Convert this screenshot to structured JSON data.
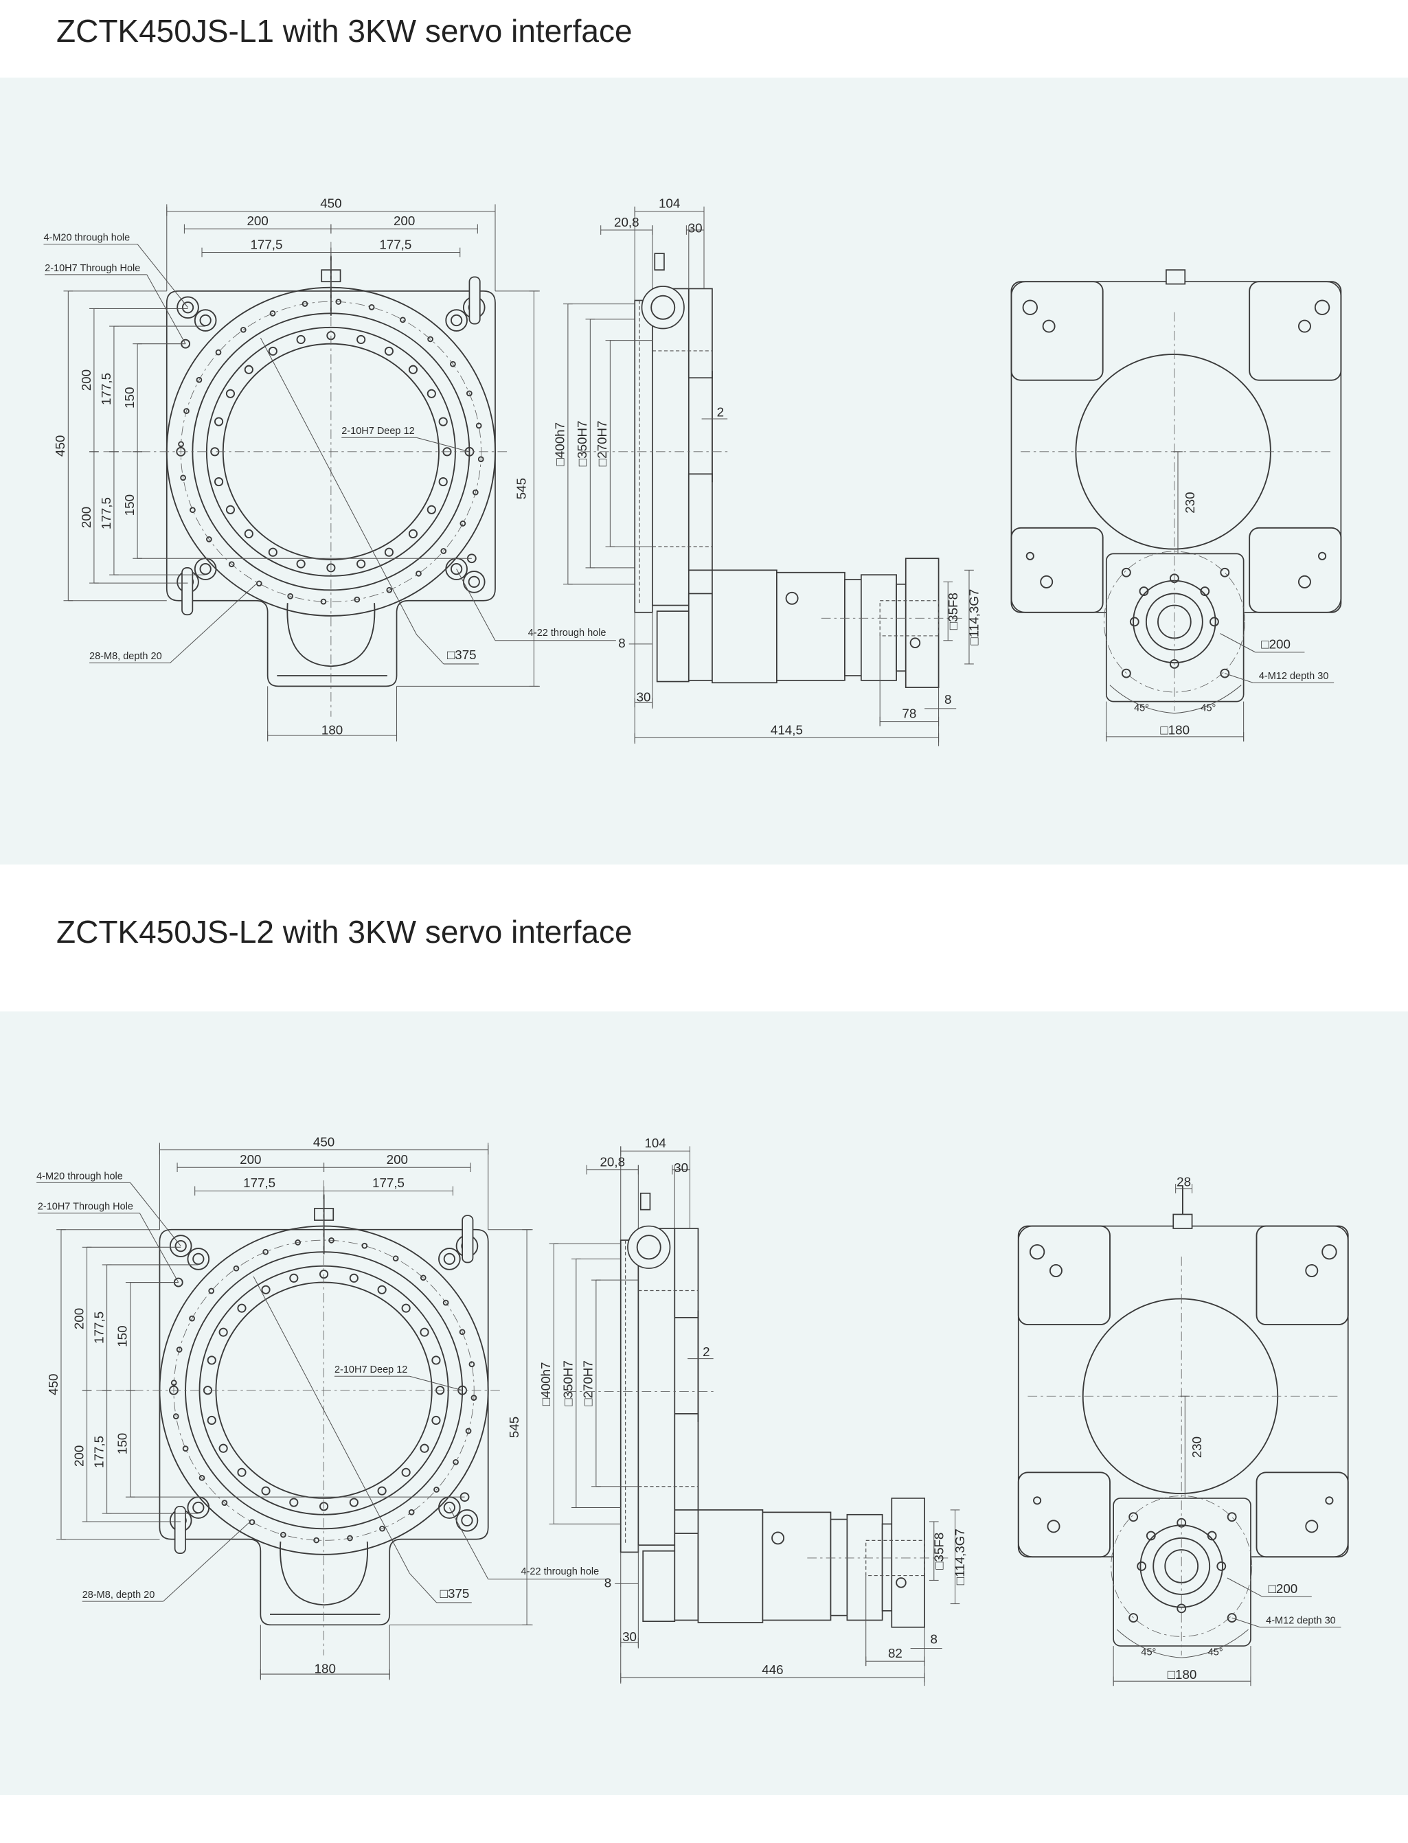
{
  "sections": [
    {
      "title": "ZCTK450JS-L1 with 3KW servo interface",
      "front_view": {
        "width": "450",
        "half_outer_left": "200",
        "half_outer_right": "200",
        "half_inner_left": "177,5",
        "half_inner_right": "177,5",
        "height": "450",
        "height_200_top": "200",
        "height_200_bottom": "200",
        "height_177_top": "177,5",
        "height_177_bottom": "177,5",
        "height_150_top": "150",
        "height_150_bottom": "150",
        "total_height": "545",
        "base_width": "180",
        "note_m20": "4-M20 through hole",
        "note_10h7_through": "2-10H7 Through Hole",
        "note_10h7_deep": "2-10H7 Deep 12",
        "note_22": "4-22 through hole",
        "note_m8": "28-M8, depth 20",
        "diag_375": "□375"
      },
      "side_view": {
        "width": "104",
        "offset": "20,8",
        "flange": "30",
        "step": "2",
        "d400": "□400h7",
        "d350": "□350H7",
        "d270": "□270H7",
        "d35": "□35F8",
        "d114": "□114,3G7",
        "gap8": "8",
        "base30": "30",
        "shaft": "78",
        "shaft8": "8",
        "length": "414,5"
      },
      "rear_view": {
        "height": "230",
        "d200": "□200",
        "m12": "4-M12 depth 30",
        "angle_left": "45°",
        "angle_right": "45°",
        "flange": "□180"
      }
    },
    {
      "title": "ZCTK450JS-L2 with 3KW servo interface",
      "front_view": {
        "width": "450",
        "half_outer_left": "200",
        "half_outer_right": "200",
        "half_inner_left": "177,5",
        "half_inner_right": "177,5",
        "height": "450",
        "height_200_top": "200",
        "height_200_bottom": "200",
        "height_177_top": "177,5",
        "height_177_bottom": "177,5",
        "height_150_top": "150",
        "height_150_bottom": "150",
        "total_height": "545",
        "base_width": "180",
        "note_m20": "4-M20 through hole",
        "note_10h7_through": "2-10H7 Through Hole",
        "note_10h7_deep": "2-10H7 Deep 12",
        "note_22": "4-22 through hole",
        "note_m8": "28-M8, depth 20",
        "diag_375": "□375"
      },
      "side_view": {
        "width": "104",
        "offset": "20,8",
        "flange": "30",
        "step": "2",
        "d400": "□400h7",
        "d350": "□350H7",
        "d270": "□270H7",
        "d35": "□35F8",
        "d114": "□114,3G7",
        "gap8": "8",
        "base30": "30",
        "shaft": "82",
        "shaft8": "8",
        "length": "446"
      },
      "rear_view": {
        "top": "28",
        "height": "230",
        "d200": "□200",
        "m12": "4-M12 depth 30",
        "angle_left": "45°",
        "angle_right": "45°",
        "flange": "□180"
      }
    }
  ]
}
